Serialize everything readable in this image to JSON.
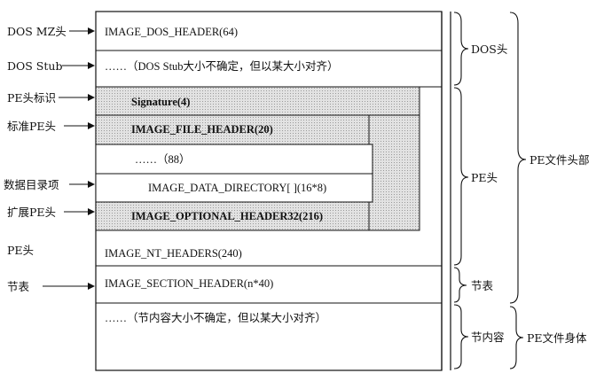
{
  "left_labels": {
    "dos_mz": "DOS MZ头",
    "dos_stub": "DOS Stub",
    "pe_signature": "PE头标识",
    "std_pe": "标准PE头",
    "data_dir": "数据目录项",
    "ext_pe": "扩展PE头",
    "pe_head": "PE头",
    "section_table": "节表"
  },
  "boxes": {
    "dos_header": "IMAGE_DOS_HEADER(64)",
    "dos_stub": "……（DOS Stub大小不确定，但以某大小对齐）",
    "signature": "Signature(4)",
    "file_header": "IMAGE_FILE_HEADER(20)",
    "ellipsis_88": "……（88）",
    "data_directory": "IMAGE_DATA_DIRECTORY[ ](16*8)",
    "optional_header": "IMAGE_OPTIONAL_HEADER32(216)",
    "nt_headers": "IMAGE_NT_HEADERS(240)",
    "section_header": "IMAGE_SECTION_HEADER(n*40)",
    "section_body": "……（节内容大小不确定，但以某大小对齐）"
  },
  "right_labels": {
    "dos_head": "DOS头",
    "pe_head": "PE头",
    "section_table": "节表",
    "section_content": "节内容",
    "pe_file_head": "PE文件头部",
    "pe_file_body": "PE文件身体"
  },
  "colors": {
    "shade": "#d6d6d6",
    "line": "#111111"
  }
}
